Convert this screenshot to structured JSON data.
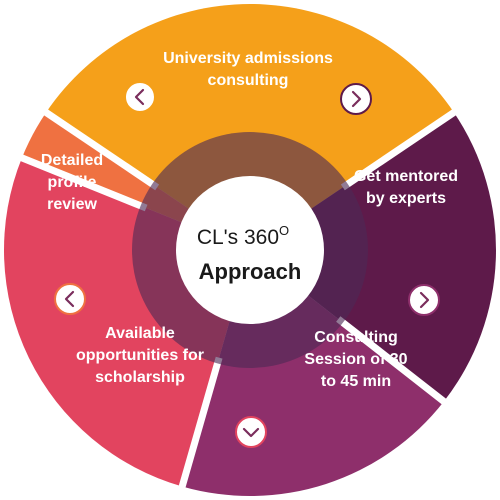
{
  "center": {
    "line1": "CL's 360",
    "superscript": "O",
    "line2": "Approach"
  },
  "segments": [
    {
      "label_lines": [
        "University admissions",
        "consulting"
      ],
      "color": "#f5a01a",
      "icon": "chevron-up-icon"
    },
    {
      "label_lines": [
        "Get mentored",
        "by experts"
      ],
      "color": "#5e1a4a",
      "icon": "chevron-down-icon"
    },
    {
      "label_lines": [
        "Consulting",
        "Session of 30",
        "to 45 min"
      ],
      "color": "#8e2f6b",
      "icon": "chevron-down-icon"
    },
    {
      "label_lines": [
        "Available",
        "opportunities for",
        "scholarship"
      ],
      "color": "#e2445f",
      "icon": "chevron-left-icon"
    },
    {
      "label_lines": [
        "Detailed",
        "profile",
        "review"
      ],
      "color": "#ef7141",
      "icon": "chevron-up-icon"
    }
  ],
  "colors": {
    "ring": "#4d2a56",
    "hub": "#ffffff",
    "divider": "#ffffff",
    "badge_stroke": "#7a2d5c"
  }
}
